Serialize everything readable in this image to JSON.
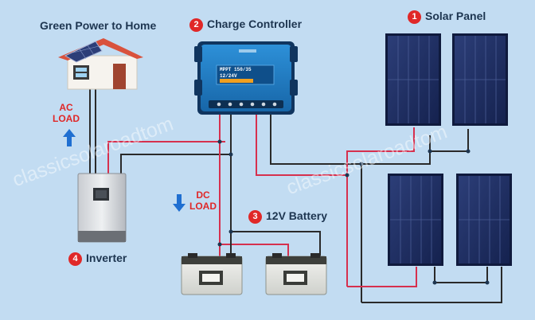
{
  "labels": {
    "home": "Green Power to Home",
    "controller": "Charge Controller",
    "controller_num": "2",
    "panel": "Solar Panel",
    "panel_num": "1",
    "battery": "12V Battery",
    "battery_num": "3",
    "inverter": "Inverter",
    "inverter_num": "4",
    "ac_load_line1": "AC",
    "ac_load_line2": "LOAD",
    "dc_load_line1": "DC",
    "dc_load_line2": "LOAD"
  },
  "controller_display": {
    "line1": "MPPT 150/35",
    "line2": "12/24V"
  },
  "watermark": "classicsolaroadtom",
  "colors": {
    "background": "#c2dcf2",
    "positive_wire": "#d6304e",
    "negative_wire": "#2a2a2a",
    "badge": "#e02828",
    "controller": "#1f7fc9",
    "panel": "#1a2a5e"
  }
}
